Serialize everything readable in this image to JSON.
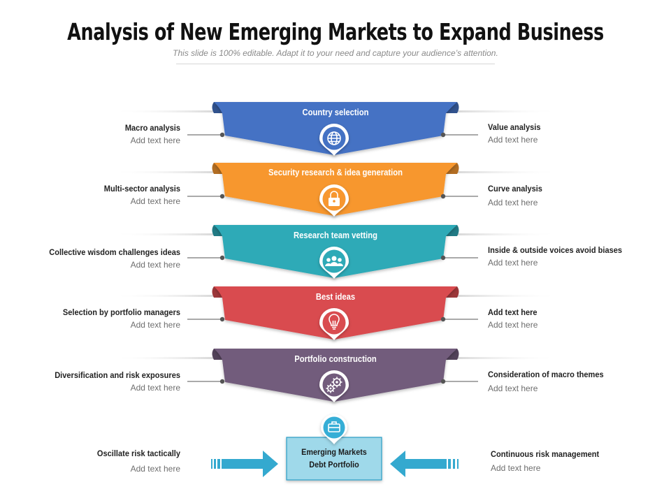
{
  "header": {
    "title": "Analysis of New Emerging Markets to Expand Business",
    "subtitle": "This slide is 100% editable. Adapt it to your need and capture your audience’s attention."
  },
  "colors": {
    "band_1": "#4472c4",
    "band_2": "#f7972f",
    "band_3": "#2eaab7",
    "band_4": "#d94c50",
    "band_5": "#725b7c",
    "target_box": "#9fd9ea",
    "arrows": "#34a9cf"
  },
  "bands": [
    {
      "label": "Country selection",
      "icon": "globe-icon"
    },
    {
      "label": "Security research & idea generation",
      "icon": "lock-icon"
    },
    {
      "label": "Research team vetting",
      "icon": "team-icon"
    },
    {
      "label": "Best ideas",
      "icon": "lightbulb-icon"
    },
    {
      "label": "Portfolio construction",
      "icon": "gears-icon"
    }
  ],
  "left_items": [
    {
      "heading": "Macro analysis",
      "sub": "Add text here"
    },
    {
      "heading": "Multi-sector analysis",
      "sub": "Add text here"
    },
    {
      "heading": "Collective wisdom challenges ideas",
      "sub": "Add text here"
    },
    {
      "heading": "Selection by portfolio managers",
      "sub": "Add text here"
    },
    {
      "heading": "Diversification and risk exposures",
      "sub": "Add text here"
    },
    {
      "heading": "Oscillate risk tactically",
      "sub": "Add text here"
    }
  ],
  "right_items": [
    {
      "heading": "Value analysis",
      "sub": "Add text here"
    },
    {
      "heading": "Curve analysis",
      "sub": "Add text here"
    },
    {
      "heading": "Inside & outside voices avoid biases",
      "sub": "Add text here"
    },
    {
      "heading": "Add text here",
      "sub": "Add text here"
    },
    {
      "heading": "Consideration of macro themes",
      "sub": "Add text here"
    },
    {
      "heading": "Continuous risk management",
      "sub": "Add text here"
    }
  ],
  "target": {
    "line1": "Emerging Markets",
    "line2": "Debt Portfolio",
    "icon": "briefcase-icon"
  }
}
